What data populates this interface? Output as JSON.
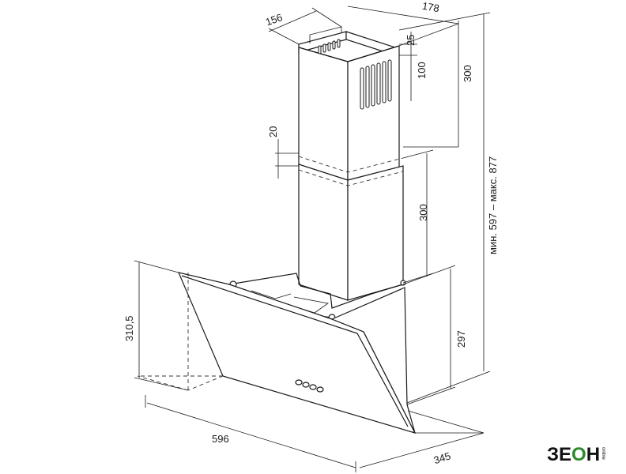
{
  "dimensions": {
    "chimney_width": "156",
    "chimney_depth": "178",
    "slot_offset_top": "25",
    "slot_height": "100",
    "upper_chimney_height": "300",
    "overlap_gap": "20",
    "lower_chimney_height": "300",
    "total_height_range": "мин. 597 – макс. 877",
    "hood_front_height": "310,5",
    "hood_back_height": "297",
    "hood_width": "596",
    "hood_depth": "345"
  },
  "brand": {
    "logo_text_pre": "ЗЕ",
    "logo_text_o": "О",
    "logo_text_post": "Н",
    "logo_sub": "online"
  }
}
